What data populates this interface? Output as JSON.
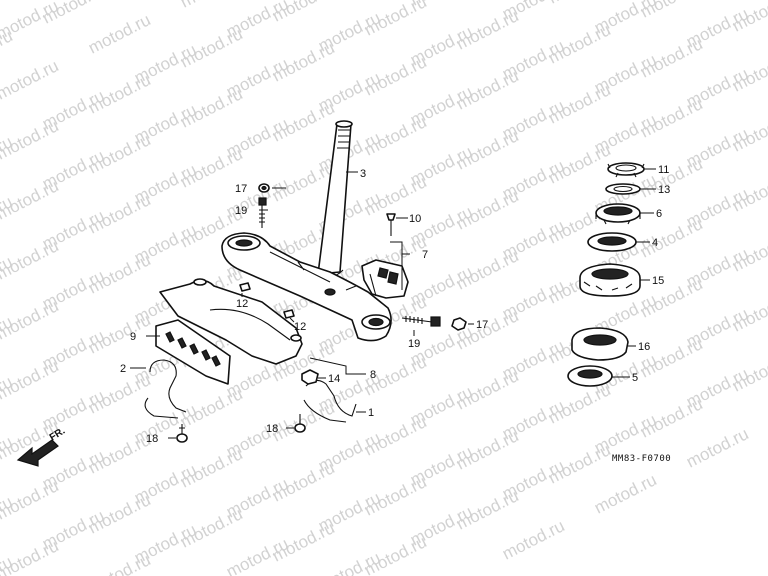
{
  "watermark": "motod.ru",
  "diagram_code": "MM83-F0700",
  "front_arrow_label": "FR.",
  "callouts": {
    "c1": "1",
    "c2": "2",
    "c3": "3",
    "c4": "4",
    "c5": "5",
    "c6": "6",
    "c7": "7",
    "c8": "8",
    "c9": "9",
    "c10": "10",
    "c11": "11",
    "c12a": "12",
    "c12b": "12",
    "c13": "13",
    "c14": "14",
    "c15": "15",
    "c16": "16",
    "c17a": "17",
    "c17b": "17",
    "c18a": "18",
    "c18b": "18",
    "c19a": "19",
    "c19b": "19"
  }
}
